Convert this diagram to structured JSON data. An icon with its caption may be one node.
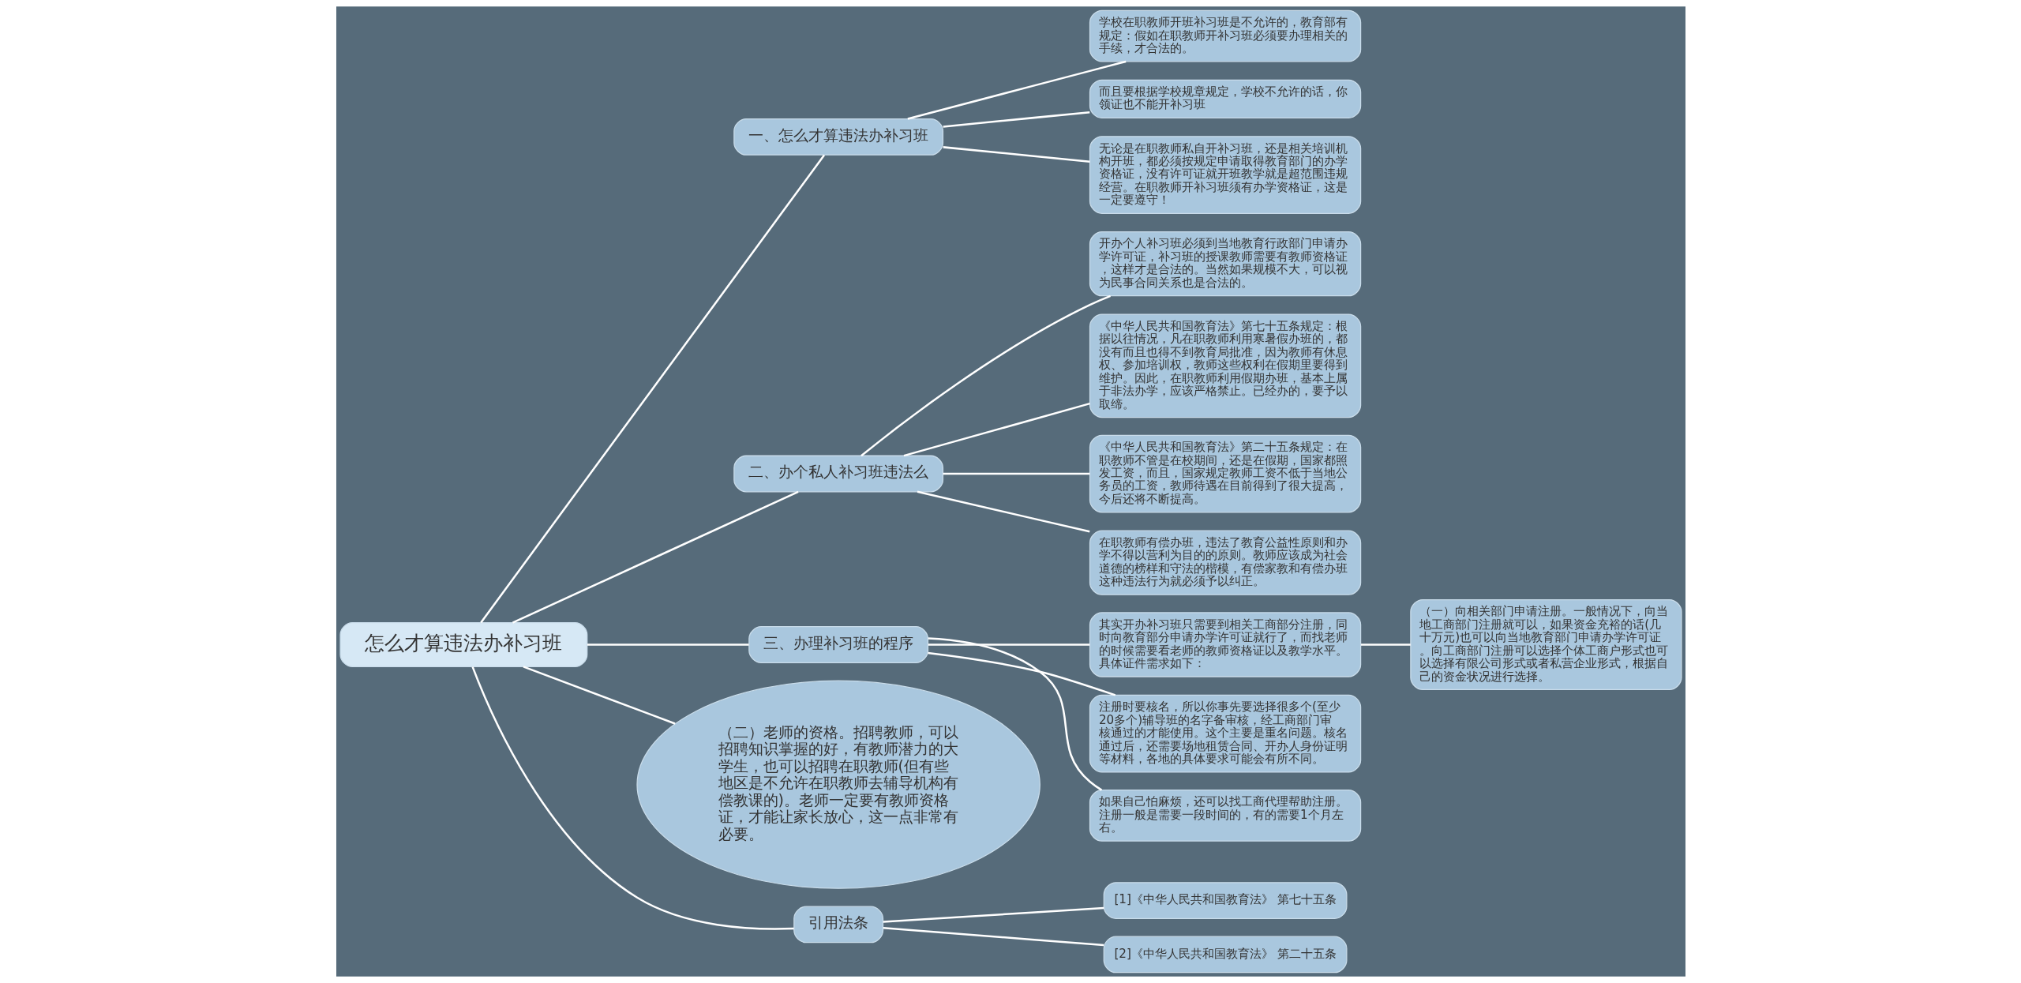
{
  "diagram": {
    "nodes": [
      {
        "text": [
          "怎么才算违法办补习班"
        ]
      },
      {
        "text": [
          "一、怎么才算违法办补习班"
        ]
      },
      {
        "text": [
          "学校在职教师开班补习班是不允许的，教育部有规定：假如在职教师开补习班必须要办理相关的手续，才合法的。"
        ]
      },
      {
        "text": [
          "而且要根据学校规章规定，学校不允许的话，你领证也不能开补习班"
        ]
      },
      {
        "text": [
          "无论是在职教师私自开补习班，还是相关培训机构开班，都必须按规定申请取得教育部门的办学资格证，没有许可证就开班教学就是超范围违规经营。在职教师开补习班须有办学资格证，这是一定要遵守！"
        ]
      },
      {
        "text": [
          "二、办个私人补习班违法么"
        ]
      },
      {
        "text": [
          "开办个人补习班必须到当地教育行政部门申请办学许可证，补习班的授课教师需要有教师资格证，这样才是合法的。当然如果规模不大，可以视为民事合同关系也是合法的。"
        ]
      },
      {
        "text": [
          "《中华人民共和国教育法》第七十五条规定：根据以往情况，凡在职教师利用寒暑假办班的，都没有而且也得不到教育局批准，因为教师有休息权、参加培训权，教师这些权利在假期里要得到维护。因此，在职教师利用假期办班，基本上属于非法办学，应该严格禁止。已经办的，要予以取缔。"
        ]
      },
      {
        "text": [
          "《中华人民共和国教育法》第二十五条规定：在职教师不管是在校期间，还是在假期，国家都照发工资，而且，国家规定教师工资不低于当地公务员的工资，教师待遇在目前得到了很大提高，今后还将不断提高。"
        ]
      },
      {
        "text": [
          "在职教师有偿办班，违法了教育公益性原则和办学不得以营利为目的的原则。教师应该成为社会道德的榜样和守法的楷模，有偿家教和有偿办班这种违法行为就必须予以纠正。"
        ]
      },
      {
        "text": [
          "三、办理补习班的程序"
        ]
      },
      {
        "text": [
          "其实开办补习班只需要到相关工商部分注册，同时向教育部分申请办学许可证就行了，而找老师的时候需要看老师的教师资格证以及教学水平。具体证件需求如下："
        ]
      },
      {
        "text": [
          "（一）向相关部门申请注册。一般情况下，向当地工商部门注册就可以，如果资金充裕的话(几十万元)也可以向当地教育部门申请办学许可证。向工商部门注册可以选择个体工商户形式也可以选择有限公司形式或者私营企业形式，根据自己的资金状况进行选择。"
        ]
      },
      {
        "text": [
          "注册时要核名，所以你事先要选择很多个(至少20多个)辅导班的名字备审核，经工商部门审核通过的才能使用。这个主要是重名问题。核名通过后，还需要场地租赁合同、开办人身份证明等材料，各地的具体要求可能会有所不同。"
        ]
      },
      {
        "text": [
          "如果自己怕麻烦，还可以找工商代理帮助注册。注册一般是需要一段时间的，有的需要1个月左右。"
        ]
      },
      {
        "text": [
          "（二）老师的资格。招聘教师，可以招聘知识掌握的好，有教师潜力的大学生，也可以招聘在职教师(但有些地区是不允许在职教师去辅导机构有偿教课的)。老师一定要有教师资格证，才能让家长放心，这一点非常有必要。"
        ]
      },
      {
        "text": [
          "引用法条"
        ]
      },
      {
        "text": [
          "[1]《中华人民共和国教育法》 第七十五条"
        ]
      },
      {
        "text": [
          "[2]《中华人民共和国教育法》 第二十五条"
        ]
      }
    ],
    "edges": [
      {
        "from": 0,
        "to": 1,
        "arrow": "none"
      },
      {
        "from": 1,
        "to": 2,
        "arrow": "none"
      },
      {
        "from": 1,
        "to": 3,
        "arrow": "none"
      },
      {
        "from": 1,
        "to": 4,
        "arrow": "none"
      },
      {
        "from": 0,
        "to": 5,
        "arrow": "none"
      },
      {
        "from": 5,
        "to": 6,
        "arrow": "none"
      },
      {
        "from": 5,
        "to": 7,
        "arrow": "none"
      },
      {
        "from": 5,
        "to": 8,
        "arrow": "none"
      },
      {
        "from": 5,
        "to": 9,
        "arrow": "none"
      },
      {
        "from": 0,
        "to": 10,
        "arrow": "none"
      },
      {
        "from": 10,
        "to": 11,
        "arrow": "none"
      },
      {
        "from": 11,
        "to": 12,
        "arrow": "none"
      },
      {
        "from": 10,
        "to": 13,
        "arrow": "none"
      },
      {
        "from": 10,
        "to": 14,
        "arrow": "none"
      },
      {
        "from": 0,
        "to": 15,
        "arrow": "none"
      },
      {
        "from": 0,
        "to": 16,
        "arrow": "none"
      },
      {
        "from": 16,
        "to": 17,
        "arrow": "none"
      },
      {
        "from": 16,
        "to": 18,
        "arrow": "none"
      }
    ]
  }
}
